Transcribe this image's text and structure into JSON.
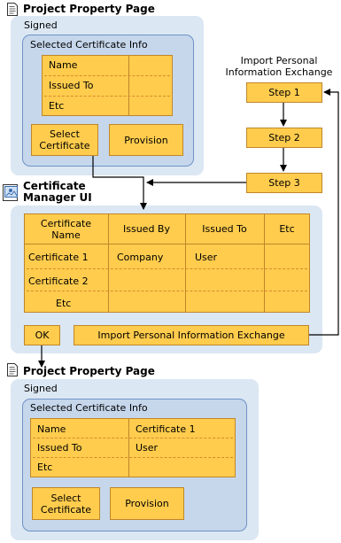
{
  "top_page": {
    "title": "Project Property Page",
    "signed": "Signed",
    "selected_info": "Selected Certificate Info",
    "rows": [
      "Name",
      "Issued To",
      "Etc"
    ],
    "select_button": "Select\nCertificate",
    "provision_button": "Provision"
  },
  "import_steps": {
    "title": "Import Personal\nInformation Exchange",
    "steps": [
      "Step 1",
      "Step 2",
      "Step 3"
    ]
  },
  "cert_manager": {
    "title": "Certificate\nManager UI",
    "columns": [
      "Certificate\nName",
      "Issued By",
      "Issued To",
      "Etc"
    ],
    "rows": [
      [
        "Certificate 1",
        "Company",
        "User",
        ""
      ],
      [
        "Certificate 2",
        "",
        "",
        ""
      ],
      [
        "Etc",
        "",
        "",
        ""
      ]
    ],
    "ok_button": "OK",
    "import_button": "Import Personal Information Exchange"
  },
  "bottom_page": {
    "title": "Project Property Page",
    "signed": "Signed",
    "selected_info": "Selected Certificate Info",
    "rows": [
      [
        "Name",
        "Certificate 1"
      ],
      [
        "Issued To",
        "User"
      ],
      [
        "Etc",
        ""
      ]
    ],
    "select_button": "Select\nCertificate",
    "provision_button": "Provision"
  },
  "colors": {
    "panel": "#dbe7f3",
    "inner_panel": "#c6d7ec",
    "box_fill": "#ffcc4d",
    "box_border": "#c0862a",
    "dashed": "#d98a2e",
    "connector": "#000000"
  },
  "icons": [
    "document-icon",
    "certificate-manager-icon"
  ]
}
